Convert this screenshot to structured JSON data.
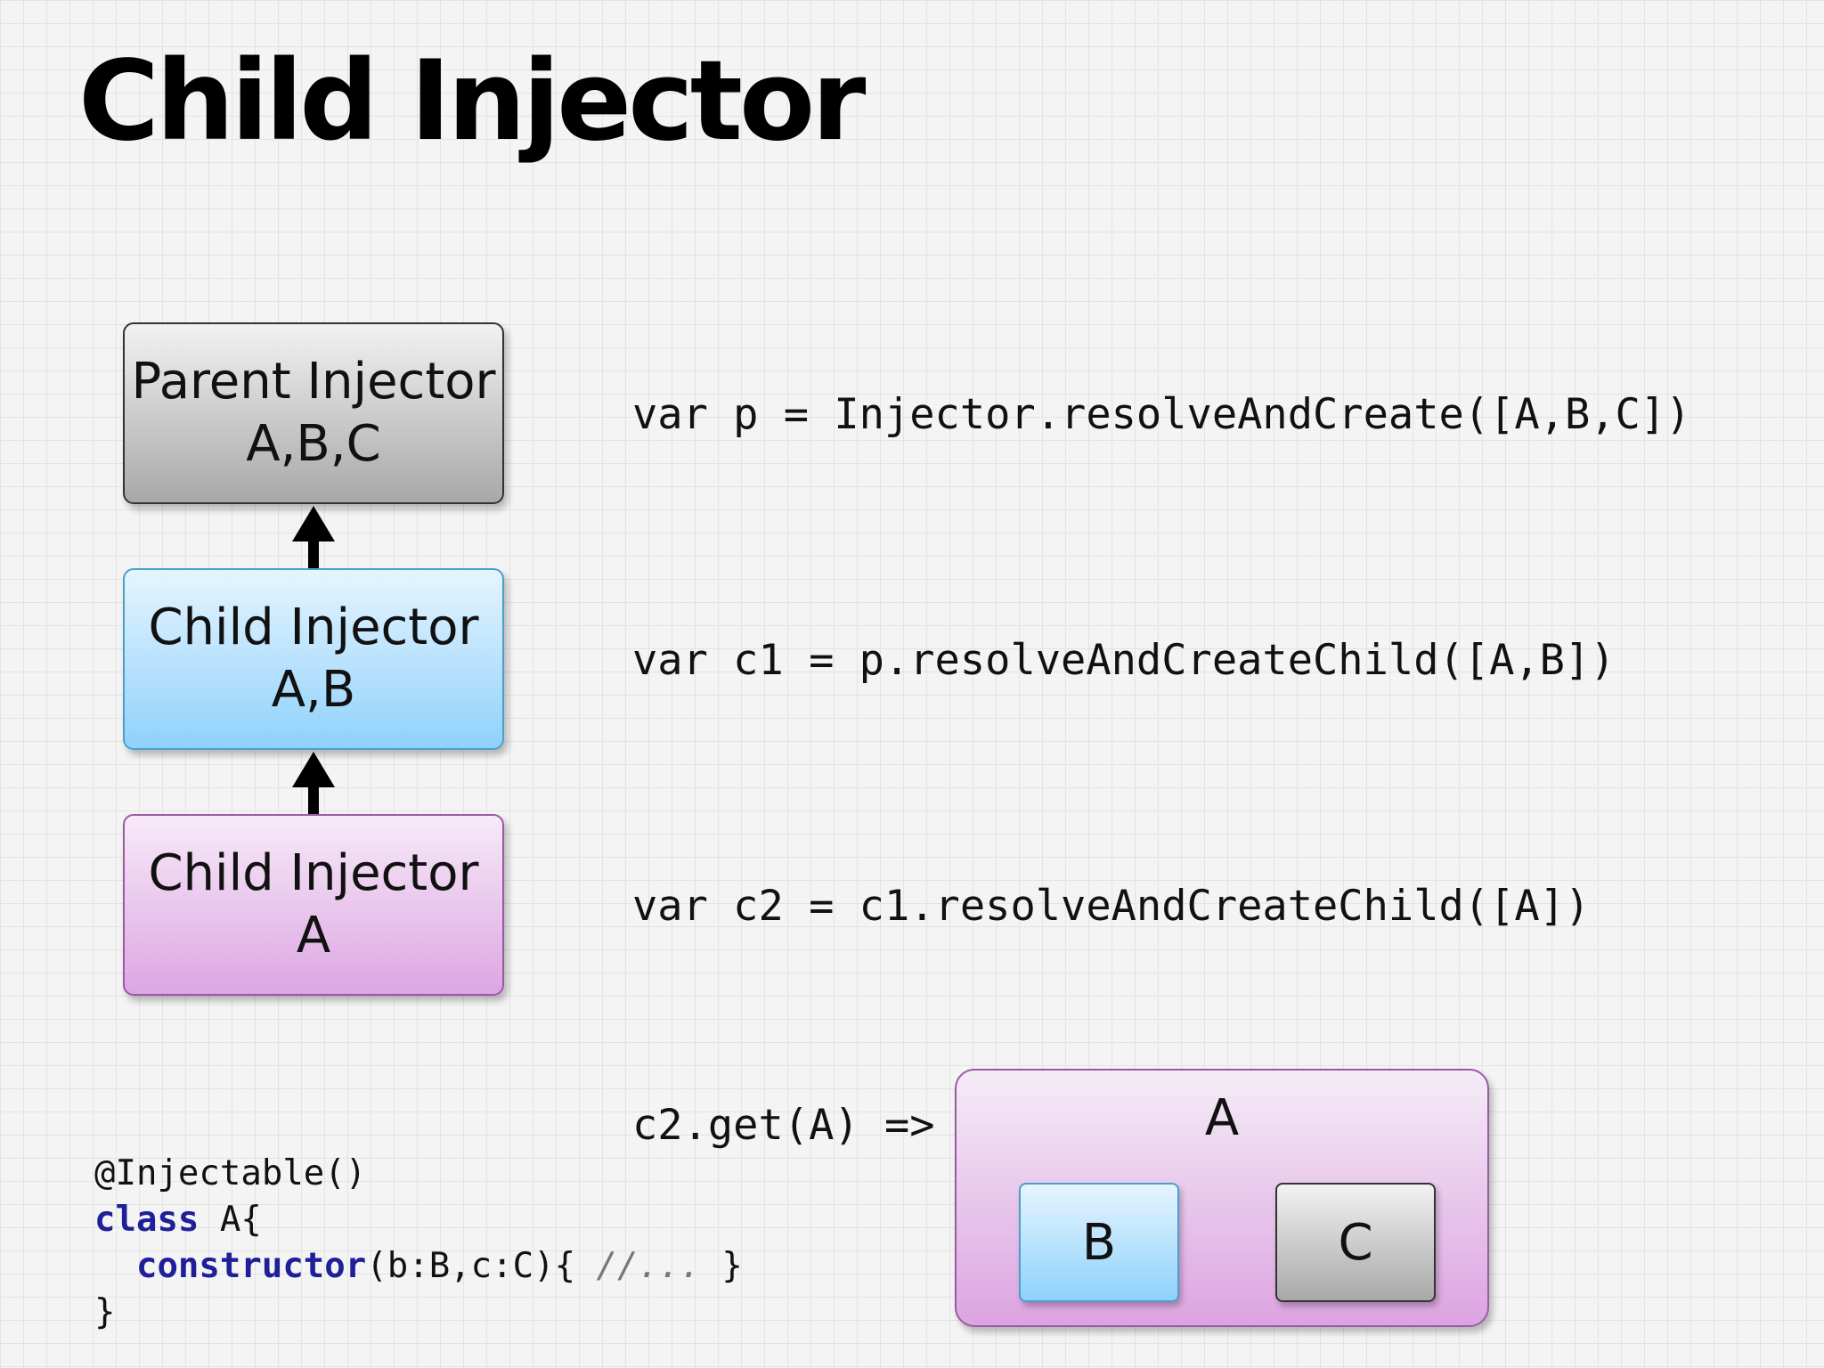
{
  "slide": {
    "title": "Child Injector"
  },
  "diagram": {
    "parent": {
      "line1": "Parent Injector",
      "line2": "A,B,C"
    },
    "child1": {
      "line1": "Child Injector",
      "line2": "A,B"
    },
    "child2": {
      "line1": "Child Injector",
      "line2": "A"
    },
    "colors": {
      "parent": "#a8a8a8",
      "child1": "#90d1fb",
      "child2": "#dca6e2"
    }
  },
  "code": {
    "line_p": "var p = Injector.resolveAndCreate([A,B,C])",
    "line_c1": "var c1 = p.resolveAndCreateChild([A,B])",
    "line_c2": "var c2 = c1.resolveAndCreateChild([A])",
    "line_get": "c2.get(A) =>"
  },
  "result": {
    "outer": "A",
    "dep_b": "B",
    "dep_c": "C"
  },
  "snippet": {
    "decorator": "@Injectable()",
    "class_kw": "class",
    "class_rest": " A{",
    "ctor_kw": "constructor",
    "ctor_rest": "(b:B,c:C){ ",
    "comment": "//...",
    "ctor_end": " }",
    "close": "}"
  }
}
